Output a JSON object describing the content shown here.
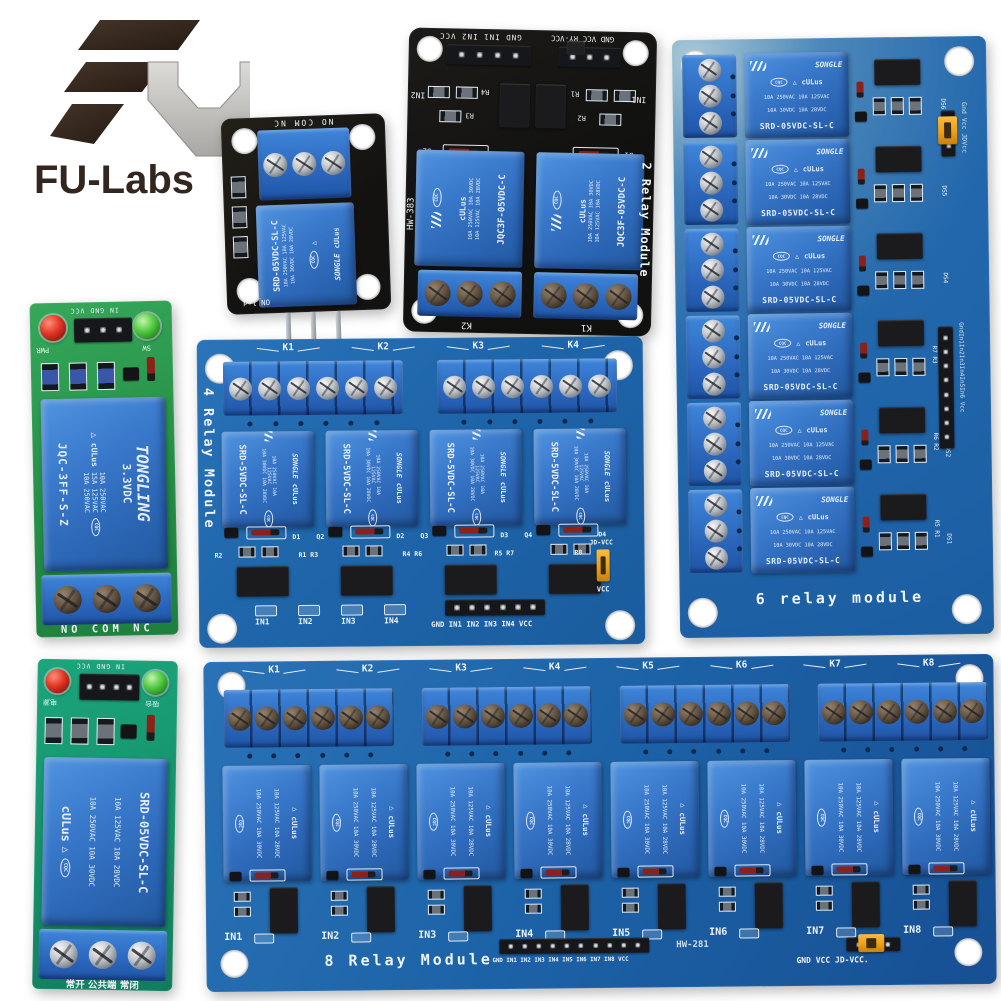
{
  "brand": {
    "logo_text": "FU-Labs"
  },
  "relay_common": {
    "brand": "SONGLE",
    "cqc": "CQC",
    "triangle": "△",
    "ul_mark": "cULus"
  },
  "module_1ch_black": {
    "terminal_labels": "NO COM NC",
    "model": "SRD-05VDC-SL-C",
    "ratings_line1": "10A 250VAC 10A 125VAC",
    "ratings_line2": "10A 30VDC 10A 28VDC",
    "led_label": "ON_led"
  },
  "module_2relay": {
    "title": "2 Relay Module",
    "board_id": "HW-383",
    "header_left": "GND IN1 IN2 VCC",
    "header_right": "GND VCC RY-VCC",
    "label_in1": "IN1",
    "label_in2": "IN2",
    "r1": "R1",
    "r2": "R2",
    "r3": "R3",
    "r4": "R4",
    "d1": "D1",
    "d2": "D2",
    "k1": "K1",
    "k2": "K2",
    "model": "JQC3F-05VDC-C",
    "ratings_line1": "10A 250VAC 10A 30VDC",
    "ratings_line2": "10A 125VAC 10A 28VDC"
  },
  "module_6relay": {
    "title": "6 relay module",
    "model": "SRD-05VDC-SL-C",
    "ratings_line1": "10A 250VAC 10A 125VAC",
    "ratings_line2": "10A 30VDC 10A 28VDC",
    "jumper_label": "Gnd Vcc JDVcc",
    "header_label": "GndIn1In2In3In4In5In6 Vcc",
    "rows": [
      {
        "ds": "DS6",
        "r": ""
      },
      {
        "ds": "DS5",
        "r": ""
      },
      {
        "ds": "DS4",
        "r": ""
      },
      {
        "ds": "DS3",
        "r": "R7 R3"
      },
      {
        "ds": "DS2",
        "r": "R6 R2"
      },
      {
        "ds": "DS1",
        "r": "R5 R1"
      }
    ]
  },
  "module_1ch_green": {
    "header_labels": "IN GND VCC",
    "led_pwr_label": "PWR",
    "led_sw_label": "SW",
    "relay_brand": "TONGLING",
    "relay_voltage": "3.3VDC",
    "model": "JQC-3FF-S-Z",
    "rating1": "10A 250VAC",
    "rating2": "15A 125VAC",
    "rating3": "10A 250VAC",
    "terminal_labels": "NO COM NC"
  },
  "module_4relay": {
    "title": "4 Relay Module",
    "k_labels": [
      "K1",
      "K2",
      "K3",
      "K4"
    ],
    "model": "SRD-5VDC-SL-C",
    "ratings_line1": "10A 250VAC 10A 125VAC",
    "ratings_line2": "10A 30VDC 10A 28VDC",
    "in_labels": [
      "IN1",
      "IN2",
      "IN3",
      "IN4"
    ],
    "header_label": "GND IN1 IN2 IN3 IN4 VCC",
    "qd_labels": [
      "D1",
      "Q2",
      "D2",
      "Q3",
      "D3",
      "Q4",
      "D4"
    ],
    "r_labels": [
      "R2",
      "R1 R3",
      "R4 R6",
      "R5 R7",
      "R8"
    ],
    "jd_vcc_label": "JD-VCC",
    "vcc_label": "VCC"
  },
  "module_1ch_teal": {
    "header_labels": "IN GND VCC",
    "led_pwr_label": "电源",
    "led_sw_label": "吸合",
    "model": "SRD-05VDC-SL-C",
    "ratings_line1": "10A 125VAC 10A 28VDC",
    "ratings_line2": "10A 250VAC 10A 30VDC",
    "terminal_labels": "常开 公共端 常闭"
  },
  "module_8relay": {
    "title": "8 Relay Module",
    "board_id": "HW-281",
    "k_labels": [
      "K1",
      "K2",
      "K3",
      "K4",
      "K5",
      "K6",
      "K7",
      "K8"
    ],
    "in_labels": [
      "IN1",
      "IN2",
      "IN3",
      "IN4",
      "IN5",
      "IN6",
      "IN7",
      "IN8"
    ],
    "ratings_line1": "10A 250VAC 10A 30VDC",
    "ratings_line2": "10A 125VAC 10A 28VDC",
    "header_label": "GND IN1 IN2 IN3 IN4 IN5 IN6 IN7 IN8 VCC",
    "jumper_label": "GND VCC JD-VCC."
  }
}
